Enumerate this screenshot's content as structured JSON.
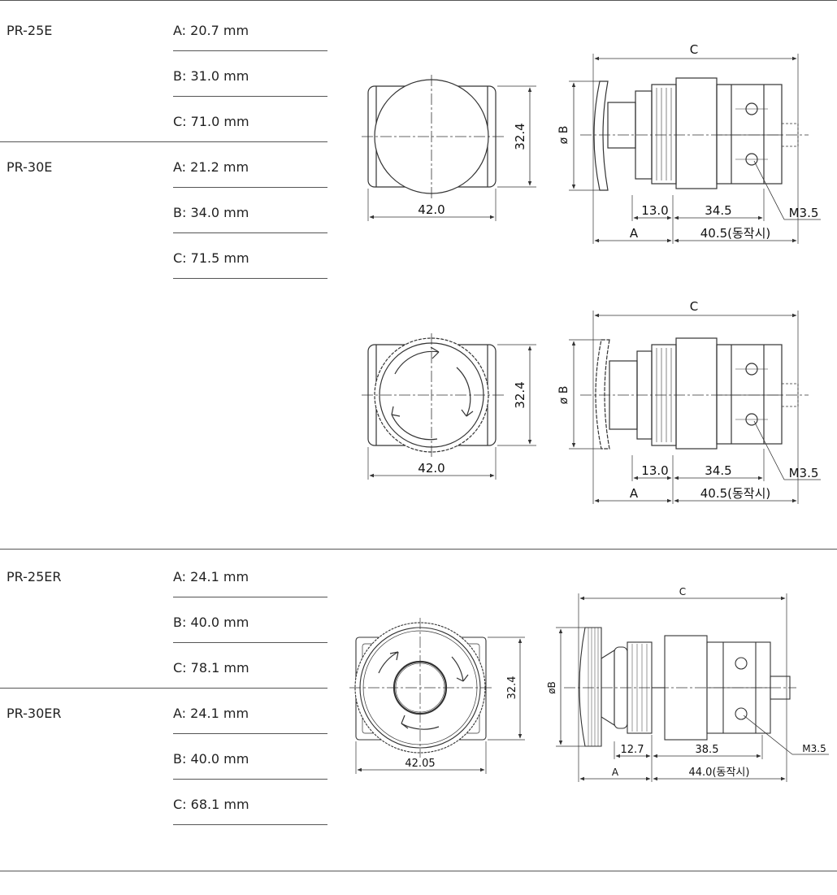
{
  "sections": [
    {
      "products": [
        {
          "model": "PR-25E",
          "specs": [
            "A: 20.7 mm",
            "B: 31.0 mm",
            "C: 71.0 mm"
          ]
        },
        {
          "model": "PR-30E",
          "specs": [
            "A: 21.2 mm",
            "B: 34.0 mm",
            "C: 71.5 mm"
          ]
        }
      ],
      "drawings": [
        {
          "front": {
            "width_label": "42.0",
            "height_label": "32.4"
          },
          "side": {
            "total_label": "C",
            "diameter_label": "ø B",
            "dim_a": "13.0",
            "dim_b": "34.5",
            "screw_label": "M3.5",
            "base_label": "A",
            "stroke_label": "40.5(동작시)"
          }
        },
        {
          "front": {
            "width_label": "42.0",
            "height_label": "32.4"
          },
          "side": {
            "total_label": "C",
            "diameter_label": "ø B",
            "dim_a": "13.0",
            "dim_b": "34.5",
            "screw_label": "M3.5",
            "base_label": "A",
            "stroke_label": "40.5(동작시)"
          }
        }
      ]
    },
    {
      "products": [
        {
          "model": "PR-25ER",
          "specs": [
            "A: 24.1 mm",
            "B: 40.0 mm",
            "C: 78.1 mm"
          ]
        },
        {
          "model": "PR-30ER",
          "specs": [
            "A: 24.1 mm",
            "B: 40.0 mm",
            "C: 68.1 mm"
          ]
        }
      ],
      "drawings": [
        {
          "front": {
            "width_label": "42.05",
            "height_label": "32.4"
          },
          "side": {
            "total_label": "C",
            "diameter_label": "øB",
            "dim_a": "12.7",
            "dim_b": "38.5",
            "screw_label": "M3.5",
            "base_label": "A",
            "stroke_label": "44.0(동작시)"
          }
        }
      ]
    }
  ],
  "colors": {
    "line": "#333333",
    "rule": "#555555"
  }
}
